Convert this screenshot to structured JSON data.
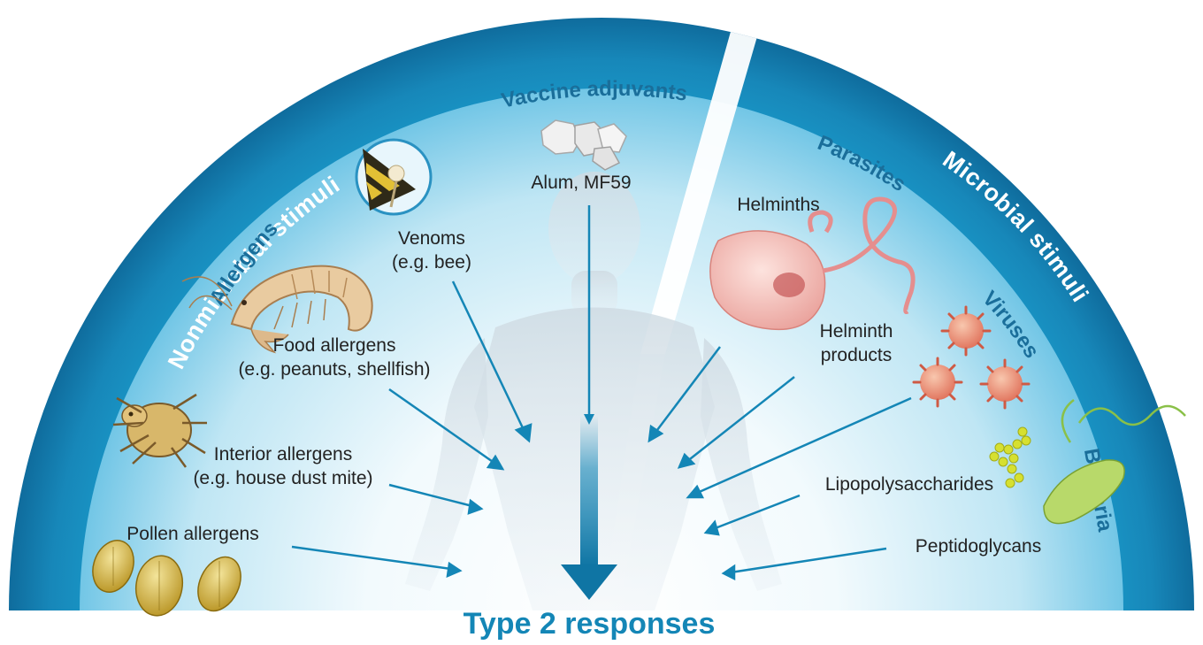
{
  "bands": {
    "left": "Nonmicrobial stimuli",
    "right": "Microbial stimuli"
  },
  "categories": {
    "allergens": "Allergens",
    "vaccine_adjuvants": "Vaccine adjuvants",
    "parasites": "Parasites",
    "viruses": "Viruses",
    "bacteria": "Bacteria"
  },
  "items": {
    "venoms_line1": "Venoms",
    "venoms_line2": "(e.g. bee)",
    "alum": "Alum, MF59",
    "food_line1": "Food allergens",
    "food_line2": "(e.g. peanuts, shellfish)",
    "interior_line1": "Interior allergens",
    "interior_line2": "(e.g. house dust mite)",
    "pollen": "Pollen allergens",
    "helminths": "Helminths",
    "helminth_products_line1": "Helminth",
    "helminth_products_line2": "products",
    "lps": "Lipopolysaccharides",
    "peptidoglycans": "Peptidoglycans"
  },
  "outcome": "Type 2 responses",
  "colors": {
    "band": "#1a8cbc",
    "band_dark": "#0f6f9e",
    "arrow": "#1486b6",
    "inner_light": "#eef8fc",
    "inner_mid": "#a8dcef"
  }
}
